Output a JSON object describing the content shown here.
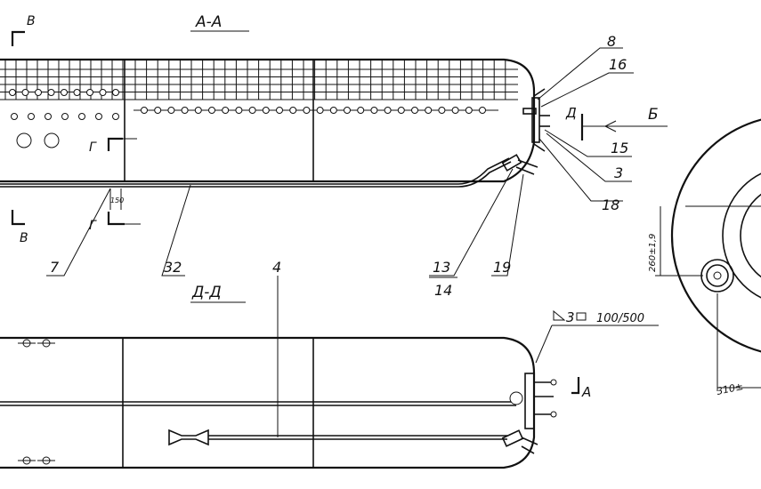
{
  "section_labels": {
    "aa": "А-А",
    "dd": "Д-Д"
  },
  "view_markers": {
    "v_top": "В",
    "v_bottom": "В",
    "g_mid": "Г",
    "g_lower": "Г",
    "b_view": "Б",
    "d_top": "Д",
    "a_mark": "А"
  },
  "callouts": {
    "c8": "8",
    "c16": "16",
    "c15": "15",
    "c3": "3",
    "c18": "18",
    "c13": "13",
    "c14": "14",
    "c19": "19",
    "c7": "7",
    "c32": "32",
    "c4": "4"
  },
  "dimensions": {
    "d150": "150",
    "d260": "260±1,9",
    "d310": "310±",
    "weld": "3",
    "weld_spec": "100/500"
  }
}
